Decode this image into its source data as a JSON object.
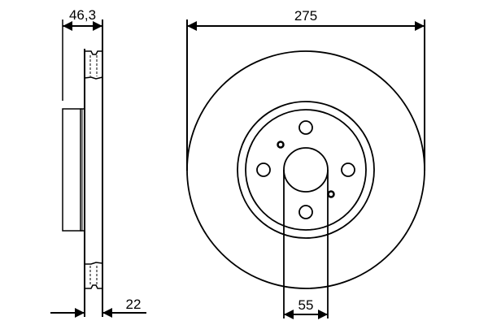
{
  "drawing": {
    "subject": "Ventilated brake disc technical drawing",
    "line_color": "#000000",
    "background": "#ffffff"
  },
  "dimensions": {
    "overall_height": "46,3",
    "disc_thickness": "22",
    "outer_diameter": "275",
    "center_bore": "55"
  },
  "front_view": {
    "bolt_holes": 4,
    "locating_holes": 2
  }
}
